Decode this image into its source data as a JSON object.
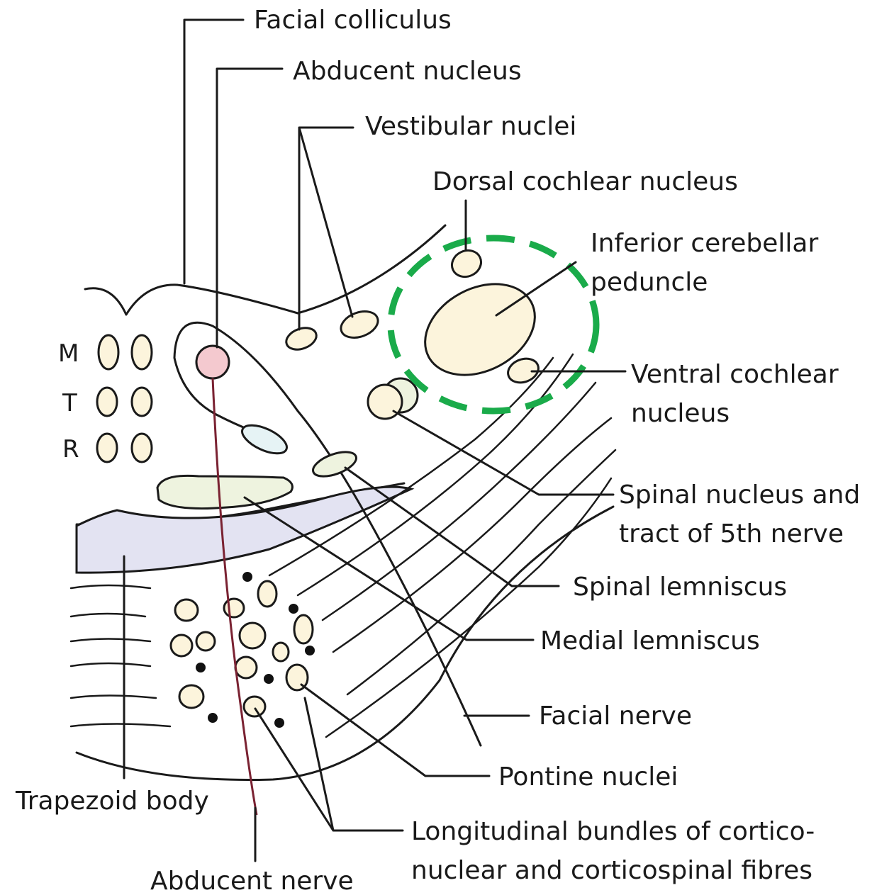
{
  "labels": {
    "facial_colliculus": "Facial colliculus",
    "abducent_nucleus": "Abducent nucleus",
    "vestibular_nuclei": "Vestibular nuclei",
    "dorsal_cochlear_nucleus": "Dorsal cochlear nucleus",
    "inferior_cerebellar_peduncle": [
      "Inferior cerebellar",
      "peduncle"
    ],
    "ventral_cochlear_nucleus": [
      "Ventral cochlear",
      "nucleus"
    ],
    "spinal_nucleus_5th": [
      "Spinal nucleus and",
      "tract of 5th nerve"
    ],
    "spinal_lemniscus": "Spinal lemniscus",
    "medial_lemniscus": "Medial lemniscus",
    "facial_nerve": "Facial nerve",
    "pontine_nuclei": "Pontine nuclei",
    "longitudinal_bundles": [
      "Longitudinal bundles of cortico-",
      "nuclear and corticospinal fibres"
    ],
    "trapezoid_body": "Trapezoid body",
    "abducent_nerve": "Abducent nerve"
  },
  "side_letters": [
    "M",
    "T",
    "R"
  ],
  "colors": {
    "nucleus_fill": "#fcf4dc",
    "abducent_nucleus_fill": "#f4c9cf",
    "trapezoid_band_fill": "#e3e3f2",
    "highlight_circle": "#1aab4a"
  }
}
